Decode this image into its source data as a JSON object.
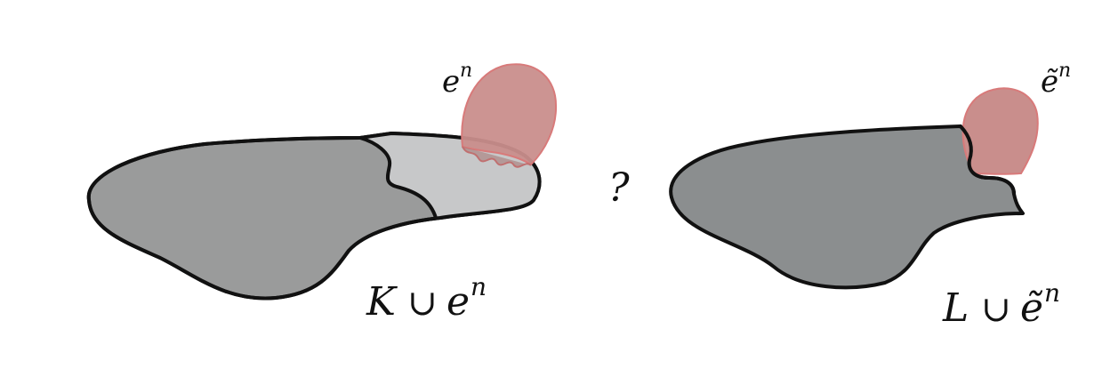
{
  "labels": {
    "cell_left": "e",
    "cell_left_sup": "n",
    "cell_right": "ẽ",
    "cell_right_sup": "n",
    "question": "?",
    "left_caption": {
      "a": "K",
      "op": "∪",
      "b": "e",
      "sup": "n"
    },
    "right_caption": {
      "a": "L",
      "op": "∪",
      "b": "ẽ",
      "sup": "n"
    }
  },
  "colors": {
    "blob_dark": "#9a9b9b",
    "blob_light": "#c7c8c9",
    "blob_right": "#8b8e8f",
    "cell_fill": "#c98e8c",
    "cell_stroke": "#d87a7a",
    "outline": "#111111"
  }
}
